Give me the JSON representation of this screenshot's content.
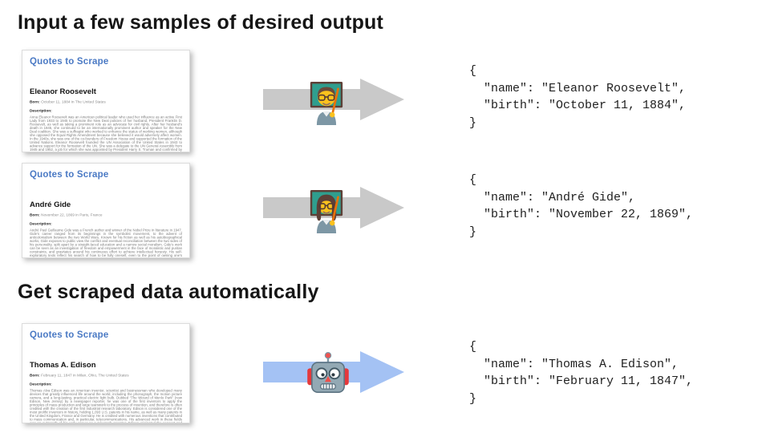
{
  "sections": {
    "input_title": "Input a few samples of desired output",
    "output_title": "Get scraped data automatically"
  },
  "colors": {
    "arrow_gray": "#c9c9c9",
    "arrow_blue": "#a4c2f4",
    "brand_blue": "#4a79c4"
  },
  "rows": [
    {
      "icon": "man-teacher-emoji",
      "arrow_color_key": "arrow_gray",
      "doc": {
        "site_title": "Quotes to Scrape",
        "author": "Eleanor Roosevelt",
        "born_label": "Born:",
        "born": "October 11, 1884 in The United States",
        "desc_label": "Description:",
        "description": "Anna Eleanor Roosevelt was an American political leader who used her influence as an active First Lady from 1933 to 1945 to promote the New Deal policies of her husband, President Franklin D. Roosevelt, as well as taking a prominent role as an advocate for civil rights. After her husband's death in 1945, she continued to be an internationally prominent author and speaker for the New Deal coalition. She was a suffragist who worked to enhance the status of working women, although she opposed the Equal Rights Amendment because she believed it would adversely affect women. In the 1940s, she was one of the co-founders of Freedom House and supported the formation of the United Nations. Eleanor Roosevelt founded the UN Association of the United States in 1943 to advance support for the formation of the UN. She was a delegate to the UN General Assembly from 1945 and 1952, a job for which she was appointed by President Harry S. Truman and confirmed by the United States Congress. During her time at the United Nations chaired the committee that drafted and approved the Universal Declaration of Human Rights. President Truman called her the “First Lady of the World” in tribute to her human rights achievements. She was one of the most admired persons of the 20th century, according to Gallup's List of Widely Admired People."
      },
      "json_text": "{\n  \"name\": \"Eleanor Roosevelt\",\n  \"birth\": \"October 11, 1884\",\n}"
    },
    {
      "icon": "woman-teacher-emoji",
      "arrow_color_key": "arrow_gray",
      "doc": {
        "site_title": "Quotes to Scrape",
        "author": "André Gide",
        "born_label": "Born:",
        "born": "November 22, 1869 in Paris, France",
        "desc_label": "Description:",
        "description": "André Paul Guillaume Gide was a French author and winner of the Nobel Prize in literature in 1947. Gide's career ranged from its beginnings in the symbolist movement, to the advent of anticolonialism between the two World Wars. Known for his fiction as well as his autobiographical works, Gide exposes to public view the conflict and eventual reconciliation between the two sides of his personality, split apart by a straight-laced education and a narrow social moralism. Gide's work can be seen as an investigation of freedom and empowerment in the face of moralistic and puritan constraints, and gravitates around his continuous effort to achieve intellectual honesty. His self-exploratory texts reflect his search of how to be fully oneself, even to the point of owning one's sexual nature, without at the same time betraying one's values. His political activity is informed by the same ethos, as suggested by his repudiation of communism after his 1936 voyage to the USSR."
      },
      "json_text": "{\n  \"name\": \"André Gide\",\n  \"birth\": \"November 22, 1869\",\n}"
    },
    {
      "icon": "robot-emoji",
      "arrow_color_key": "arrow_blue",
      "doc": {
        "site_title": "Quotes to Scrape",
        "author": "Thomas A. Edison",
        "born_label": "Born:",
        "born": "February 11, 1847 in Milan, Ohio, The United States",
        "desc_label": "Description:",
        "description": "Thomas Alva Edison was an American inventor, scientist and businessman who developed many devices that greatly influenced life around the world, including the phonograph, the motion picture camera, and a long-lasting, practical electric light bulb. Dubbed “The Wizard of Menlo Park” (now Edison, New Jersey) by a newspaper reporter, he was one of the first inventors to apply the principles of mass production and large teamwork to the process of invention, and therefore is often credited with the creation of the first industrial research laboratory. Edison is considered one of the most prolific inventors in history, holding 1,093 U.S. patents in his name, as well as many patents in the United Kingdom, France and Germany. He is credited with numerous inventions that contributed to mass communication and, in particular, telecommunications. His advanced work in these fields was an outgrowth of his early career as a telegraph operator. Edison originated the concept and implementation of electric-power generation and distribution to homes, businesses, and factories – a crucial development in the modern industrialized world. His first power station was on Manhattan Island, New York."
      },
      "json_text": "{\n  \"name\": \"Thomas A. Edison\",\n  \"birth\": \"February 11, 1847\",\n}"
    }
  ]
}
